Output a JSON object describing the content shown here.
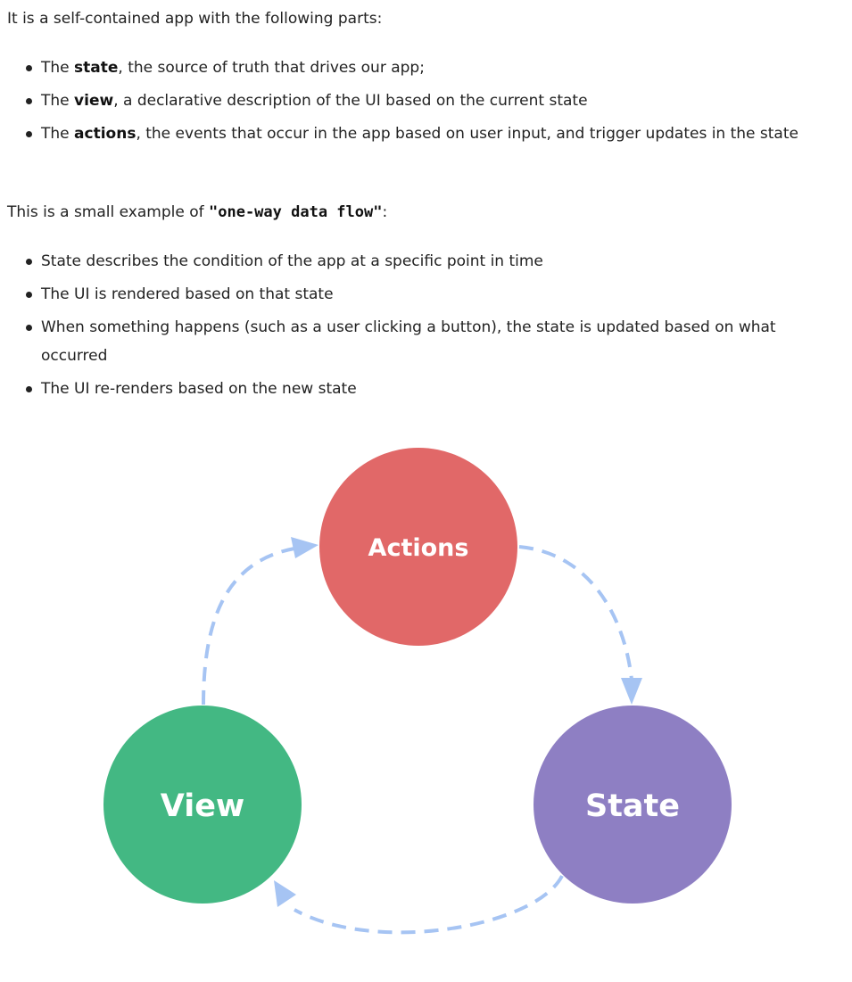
{
  "intro": "It is a self-contained app with the following parts:",
  "parts": [
    {
      "pre": "The ",
      "bold": "state",
      "post": ", the source of truth that drives our app;"
    },
    {
      "pre": "The ",
      "bold": "view",
      "post": ", a declarative description of the UI based on the current state"
    },
    {
      "pre": "The ",
      "bold": "actions",
      "post": ", the events that occur in the app based on user input, and trigger updates in the state"
    }
  ],
  "flow_intro": {
    "pre": "This is a small example of ",
    "bold": "\"one-way data flow\"",
    "post": ":"
  },
  "flow_steps": [
    "State describes the condition of the app at a specific point in time",
    "The UI is rendered based on that state",
    "When something happens (such as a user clicking a button), the state is updated based on what occurred",
    "The UI re-renders based on the new state"
  ],
  "diagram": {
    "actions_label": "Actions",
    "state_label": "State",
    "view_label": "View",
    "colors": {
      "actions": "#e16868",
      "state": "#8e7fc3",
      "view": "#43b883",
      "arrow": "#a6c4f3"
    }
  }
}
